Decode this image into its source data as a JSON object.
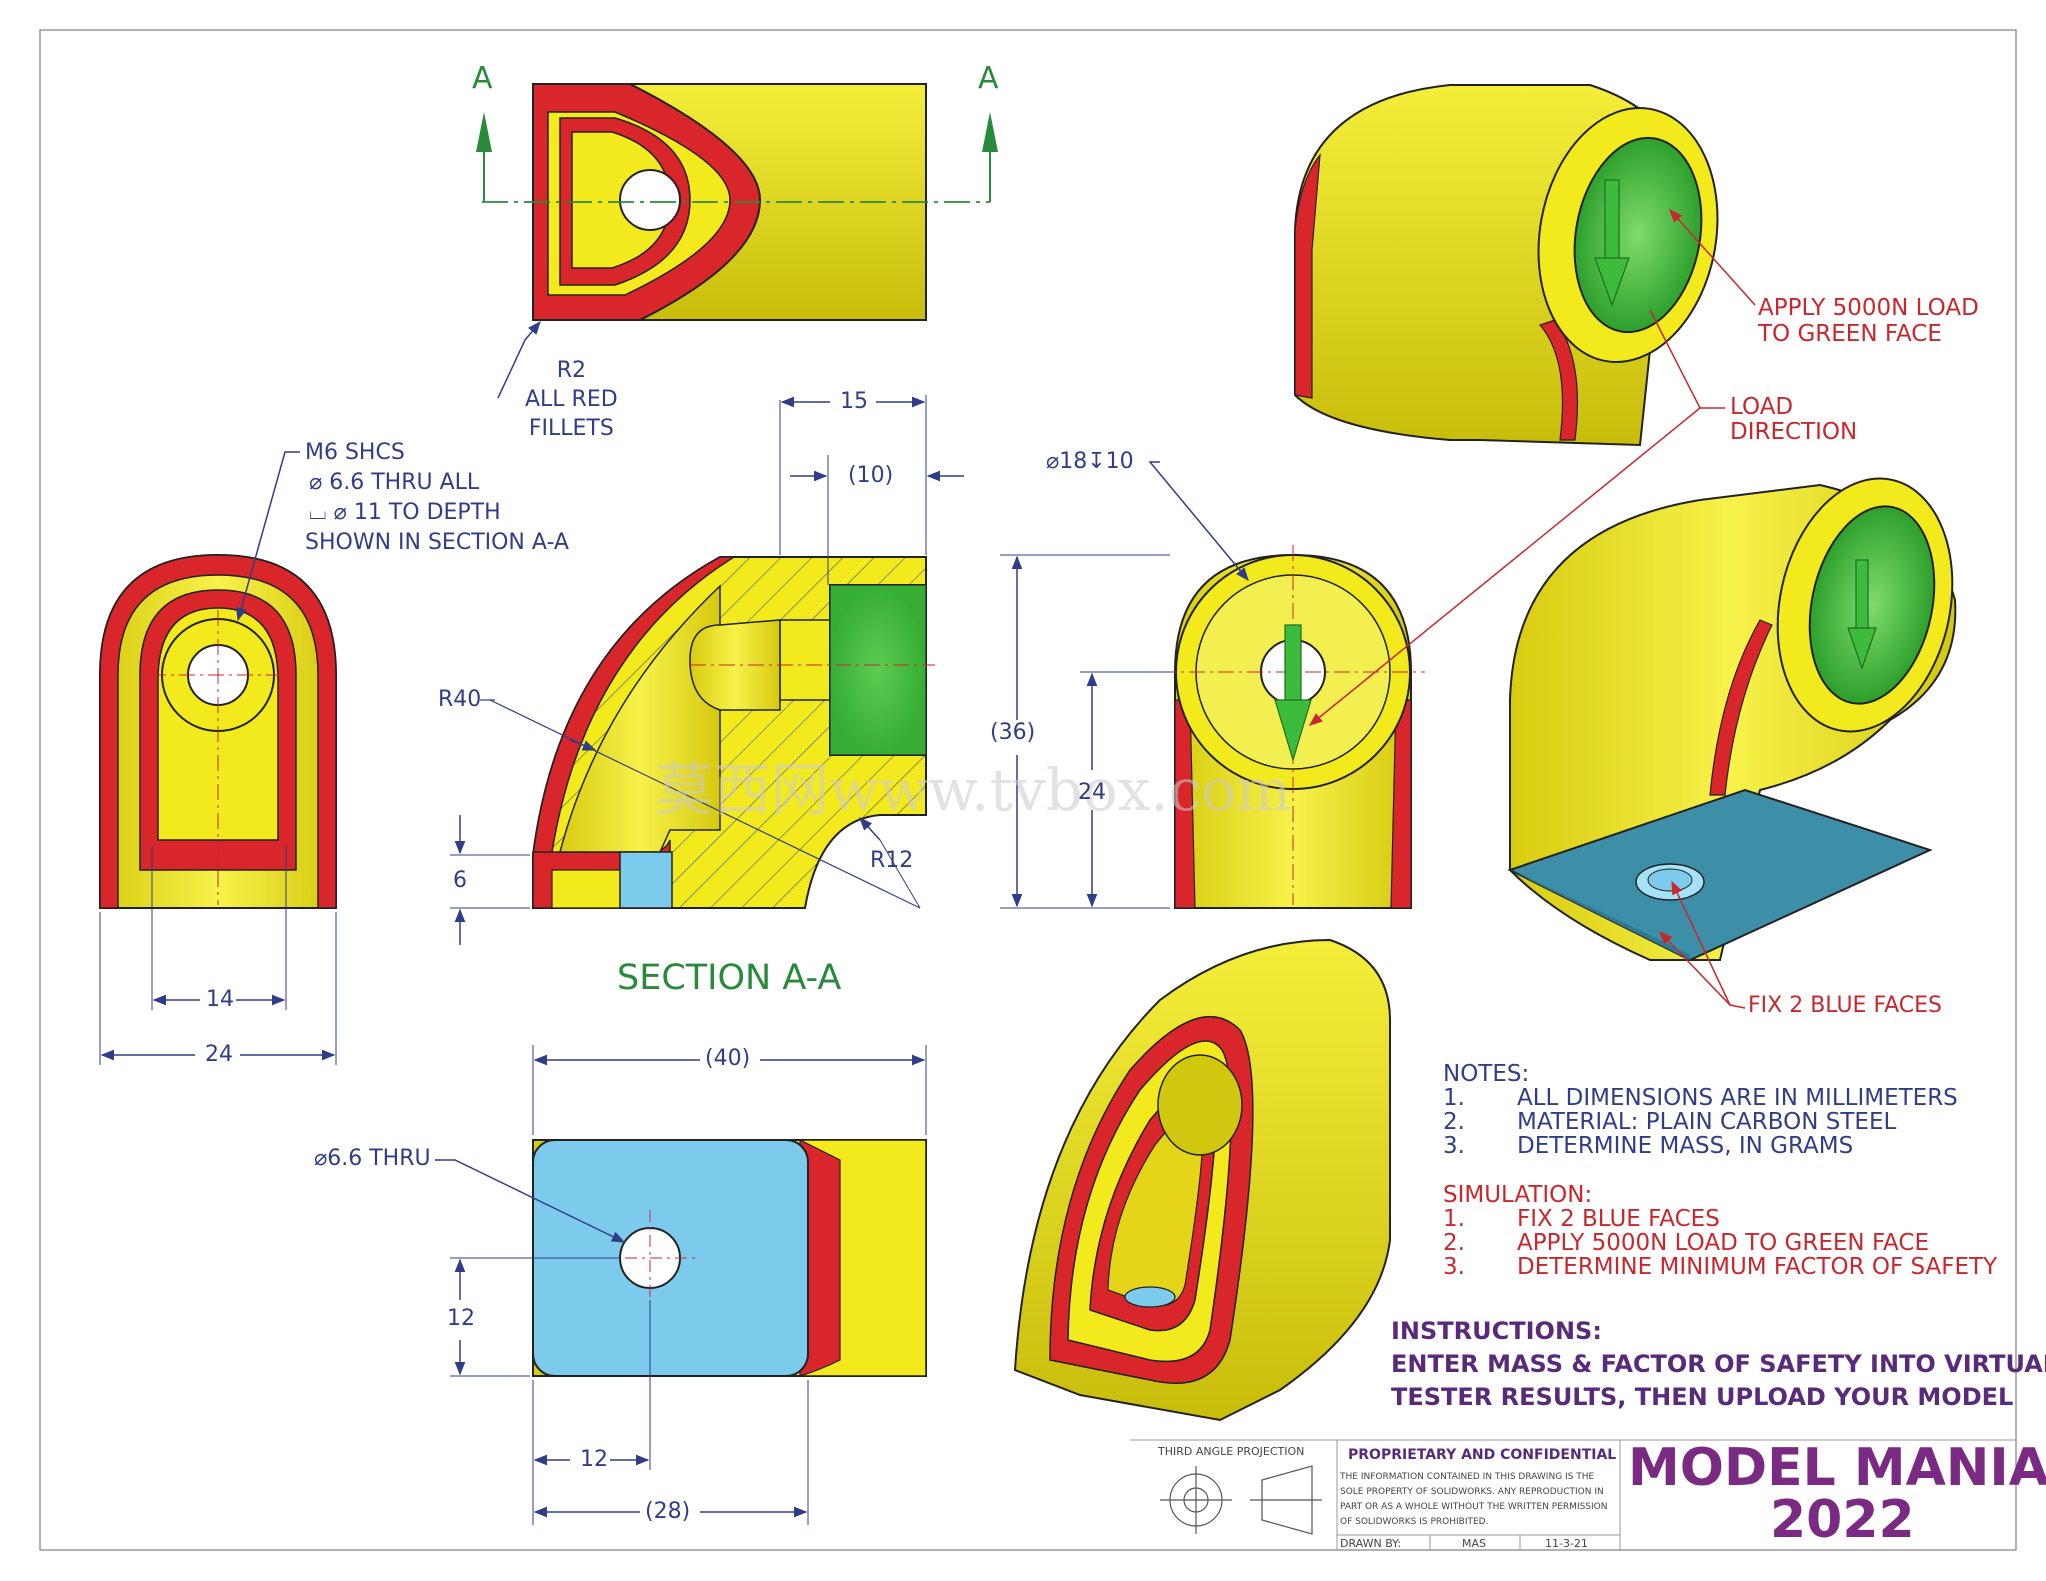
{
  "section_markers": [
    "A",
    "A"
  ],
  "section_title": "SECTION A-A",
  "notes_callouts": {
    "fillets": [
      "R2",
      "ALL RED",
      "FILLETS"
    ],
    "shcs": [
      "M6 SHCS",
      "⌀ 6.6 THRU ALL",
      "⌴ ⌀ 11 TO DEPTH",
      "SHOWN IN SECTION A-A"
    ],
    "cbore": "⌀18↧10",
    "thru": "⌀6.6 THRU",
    "load_green": [
      "APPLY 5000N LOAD",
      "TO GREEN FACE"
    ],
    "load_dir": [
      "LOAD",
      "DIRECTION"
    ],
    "fix_blue": "FIX 2 BLUE FACES"
  },
  "dimensions": {
    "d15": "15",
    "d10": "(10)",
    "r40": "R40",
    "r12": "R12",
    "d6": "6",
    "d36": "(36)",
    "d24v": "24",
    "d14": "14",
    "d24h": "24",
    "d40": "(40)",
    "d12v": "12",
    "d12h": "12",
    "d28": "(28)"
  },
  "notes": {
    "heading": "NOTES:",
    "items": [
      {
        "n": "1.",
        "t": "ALL DIMENSIONS ARE IN MILLIMETERS"
      },
      {
        "n": "2.",
        "t": "MATERIAL: PLAIN CARBON STEEL"
      },
      {
        "n": "3.",
        "t": "DETERMINE MASS, IN GRAMS"
      }
    ]
  },
  "simulation": {
    "heading": "SIMULATION:",
    "items": [
      {
        "n": "1.",
        "t": "FIX 2 BLUE FACES"
      },
      {
        "n": "2.",
        "t": "APPLY 5000N LOAD TO GREEN FACE"
      },
      {
        "n": "3.",
        "t": "DETERMINE MINIMUM FACTOR OF SAFETY"
      }
    ]
  },
  "instructions": {
    "heading": "INSTRUCTIONS:",
    "lines": [
      "ENTER MASS & FACTOR OF SAFETY INTO VIRTUAL",
      "TESTER RESULTS, THEN UPLOAD YOUR MODEL"
    ]
  },
  "title_block": {
    "projection": "THIRD ANGLE PROJECTION",
    "proprietary_heading": "PROPRIETARY AND CONFIDENTIAL",
    "proprietary_text": [
      "THE INFORMATION CONTAINED IN THIS DRAWING IS THE",
      "SOLE PROPERTY OF SOLIDWORKS.  ANY REPRODUCTION IN",
      "PART OR AS A WHOLE WITHOUT THE WRITTEN PERMISSION",
      "OF SOLIDWORKS IS PROHIBITED."
    ],
    "drawn_by_label": "DRAWN BY:",
    "drawn_by": "MAS",
    "date": "11-3-21",
    "brand": "MODEL MANIA",
    "reg": "®",
    "year": "2022"
  },
  "watermark": "莫西网www.tvbox.com",
  "colors": {
    "yellow": "#f2ea1c",
    "red": "#d8262a",
    "green": "#3dbb3c",
    "cyan": "#7ccbec",
    "teal": "#3d8fa8",
    "dim_blue": "#2f3e87",
    "note_red": "#c8282d",
    "purple": "#7b2a83"
  }
}
